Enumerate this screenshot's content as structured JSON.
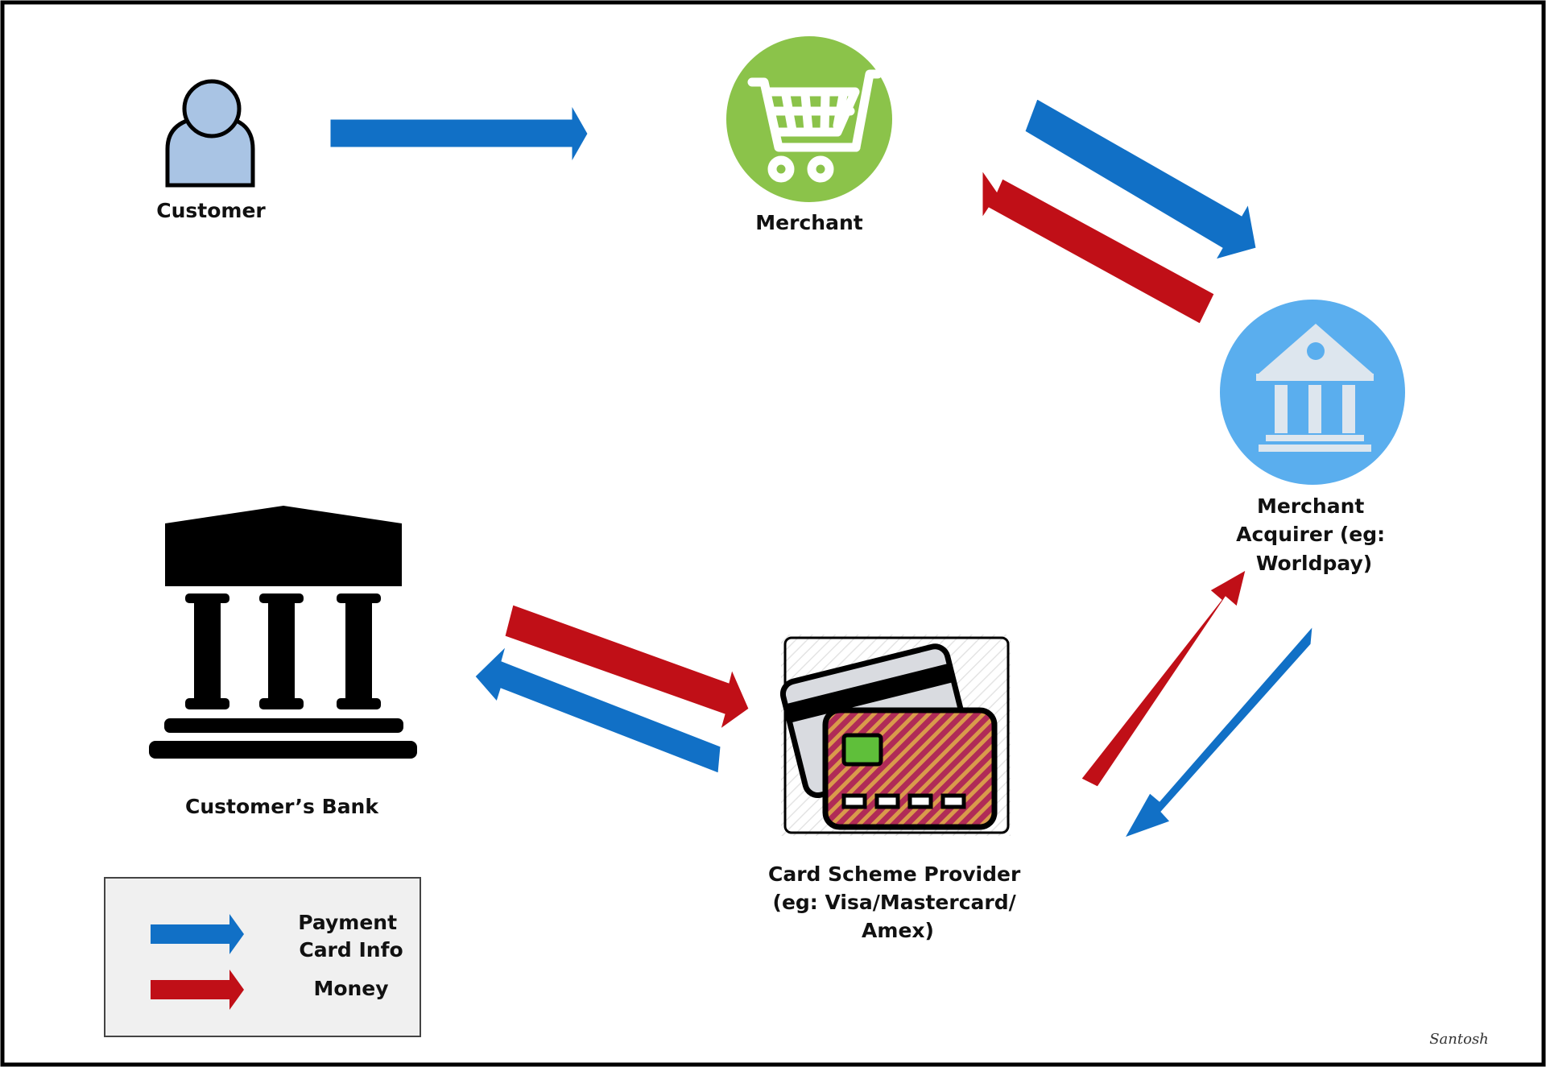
{
  "diagram": {
    "colors": {
      "payment_card_info": "#1170c6",
      "money": "#c00f17",
      "merchant_circle": "#8bc34a",
      "acquirer_circle": "#5aaeee",
      "customer_figure": "#a9c4e4",
      "bank_icon": "#000000",
      "legend_bg": "#f0f0f0"
    },
    "nodes": {
      "customer": {
        "label": "Customer",
        "icon": "person-icon"
      },
      "merchant": {
        "label": "Merchant",
        "icon": "shopping-cart-icon"
      },
      "acquirer": {
        "label_lines": [
          "Merchant",
          "Acquirer (eg:",
          "Worldpay)"
        ],
        "icon": "bank-building-icon"
      },
      "customers_bank": {
        "label": "Customer’s Bank",
        "icon": "bank-columns-icon"
      },
      "card_scheme": {
        "label_lines": [
          "Card Scheme Provider",
          "(eg: Visa/Mastercard/",
          "Amex)"
        ],
        "icon": "credit-card-icon"
      }
    },
    "flows": [
      {
        "from": "customer",
        "to": "merchant",
        "kind": "payment_card_info"
      },
      {
        "from": "merchant",
        "to": "acquirer",
        "kind": "payment_card_info"
      },
      {
        "from": "acquirer",
        "to": "merchant",
        "kind": "money"
      },
      {
        "from": "acquirer",
        "to": "card_scheme",
        "kind": "payment_card_info"
      },
      {
        "from": "card_scheme",
        "to": "acquirer",
        "kind": "money"
      },
      {
        "from": "card_scheme",
        "to": "customers_bank",
        "kind": "payment_card_info"
      },
      {
        "from": "customers_bank",
        "to": "card_scheme",
        "kind": "money"
      }
    ],
    "legend": {
      "items": [
        {
          "kind": "payment_card_info",
          "label_lines": [
            "Payment",
            "Card Info"
          ]
        },
        {
          "kind": "money",
          "label_lines": [
            "Money"
          ]
        }
      ]
    },
    "signature": "Santosh"
  }
}
